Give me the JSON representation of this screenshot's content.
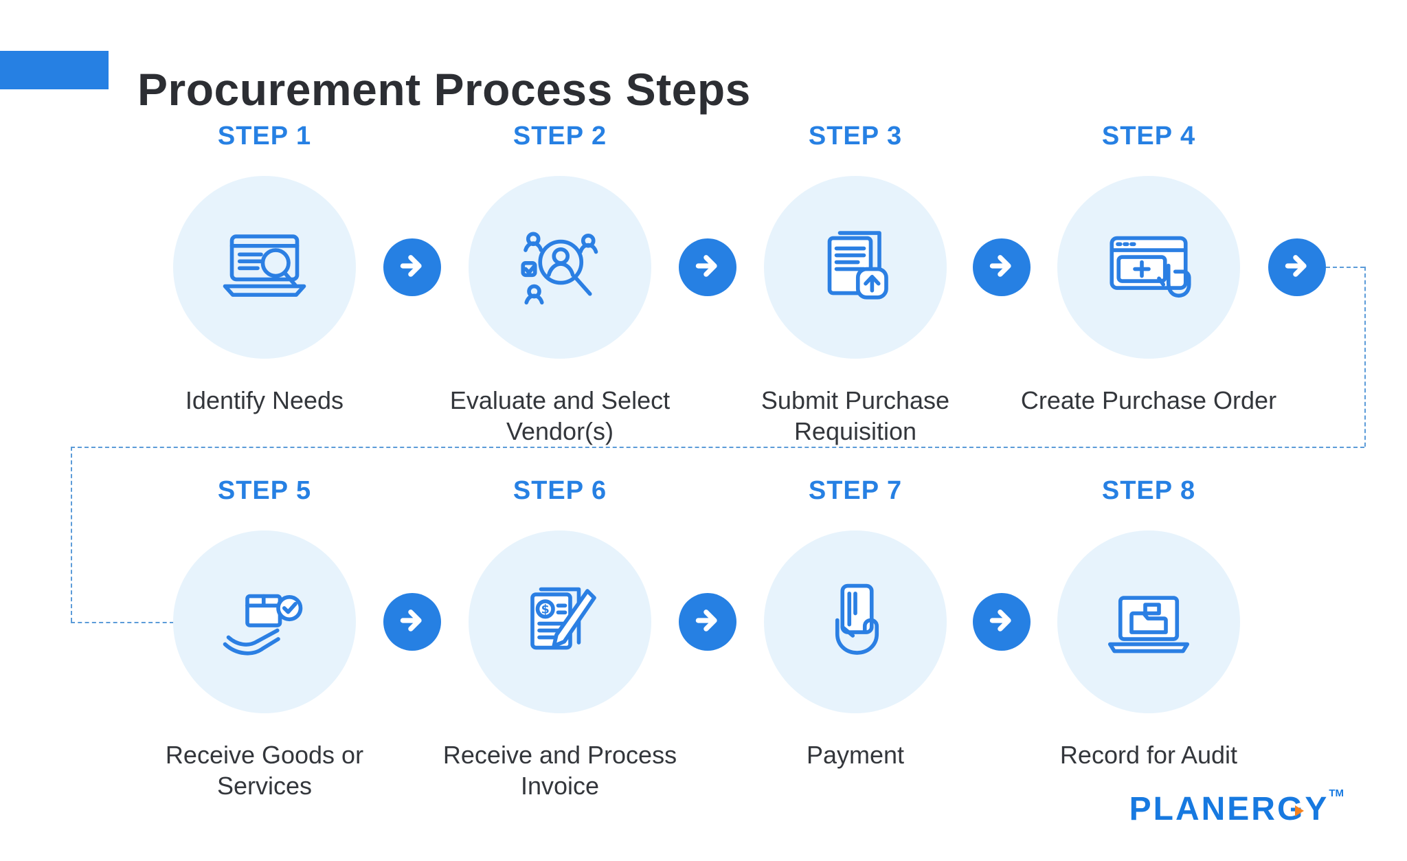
{
  "title": "Procurement Process Steps",
  "steps": [
    {
      "label": "STEP 1",
      "description": "Identify Needs"
    },
    {
      "label": "STEP 2",
      "description": "Evaluate and Select Vendor(s)"
    },
    {
      "label": "STEP 3",
      "description": "Submit Purchase Requisition"
    },
    {
      "label": "STEP 4",
      "description": "Create Purchase Order"
    },
    {
      "label": "STEP 5",
      "description": "Receive Goods or Services"
    },
    {
      "label": "STEP 6",
      "description": "Receive and Process Invoice"
    },
    {
      "label": "STEP 7",
      "description": "Payment"
    },
    {
      "label": "STEP 8",
      "description": "Record for Audit"
    }
  ],
  "logo": {
    "part1": "PLANER",
    "part2": "G",
    "part3": "Y",
    "tm": "TM"
  },
  "colors": {
    "accent": "#2680e3",
    "circle_bg": "#e7f3fc",
    "icon_blue": "#2b7fe3",
    "title_text": "#2c2e33",
    "dashed_line": "#5b9bd8",
    "logo_blue": "#1779e0",
    "logo_orange": "#f58220"
  }
}
